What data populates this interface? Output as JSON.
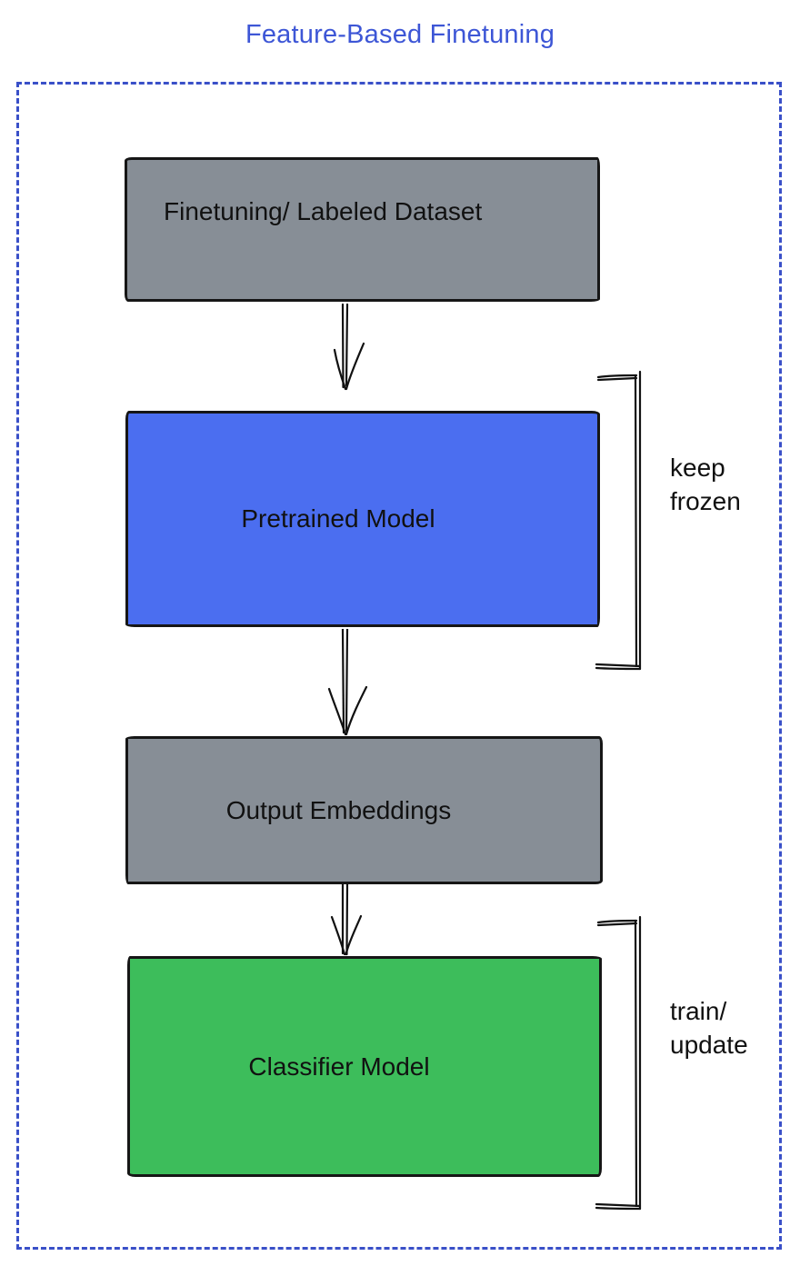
{
  "title": {
    "text": "Feature-Based Finetuning",
    "color": "#3D56D6"
  },
  "frame": {
    "border_color": "#3A50C8"
  },
  "nodes": [
    {
      "id": "finetuning-labeled-dataset",
      "label": "Finetuning/ Labeled Dataset",
      "fill": "#878E96",
      "text_color": "#111111"
    },
    {
      "id": "pretrained-model",
      "label": "Pretrained Model",
      "fill": "#4B6EF0",
      "text_color": "#111111"
    },
    {
      "id": "output-embeddings",
      "label": "Output Embeddings",
      "fill": "#878E96",
      "text_color": "#111111"
    },
    {
      "id": "classifier-model",
      "label": "Classifier Model",
      "fill": "#3DBD5B",
      "text_color": "#111111"
    }
  ],
  "annotations": [
    {
      "id": "keep-frozen",
      "label": "keep frozen",
      "color": "#111111"
    },
    {
      "id": "train-update",
      "label": "train/ update",
      "color": "#111111"
    }
  ],
  "connector_color": "#111111"
}
